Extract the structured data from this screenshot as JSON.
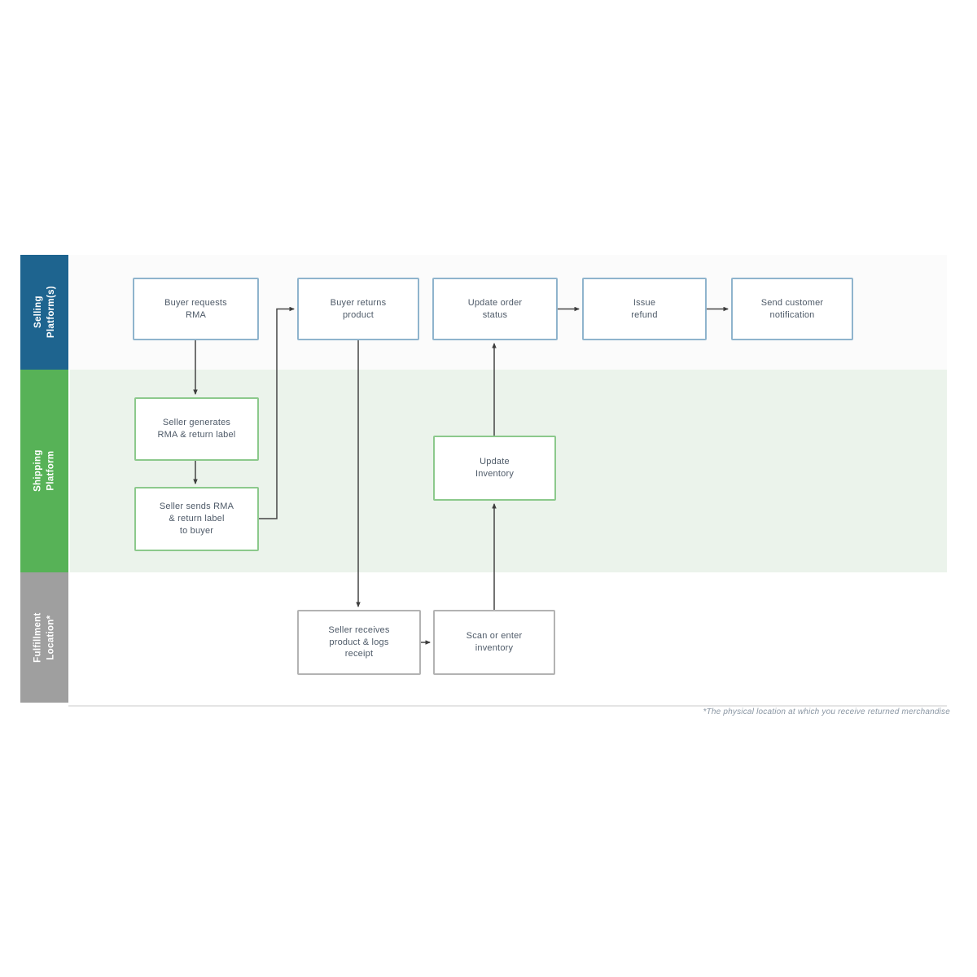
{
  "lanes": {
    "selling": {
      "label_line1": "Selling",
      "label_line2": "Platform(s)"
    },
    "shipping": {
      "label_line1": "Shipping",
      "label_line2": "Platform"
    },
    "fulfillment": {
      "label_line1": "Fulfillment",
      "label_line2": "Location*"
    }
  },
  "nodes": {
    "buyer_requests_rma": {
      "label": "Buyer requests\nRMA"
    },
    "buyer_returns_product": {
      "label": "Buyer returns\nproduct"
    },
    "update_order_status": {
      "label": "Update order\nstatus"
    },
    "issue_refund": {
      "label": "Issue\nrefund"
    },
    "send_customer_notification": {
      "label": "Send customer\nnotification"
    },
    "seller_generates": {
      "label": "Seller generates\nRMA & return label"
    },
    "seller_sends": {
      "label": "Seller sends RMA\n& return label\nto buyer"
    },
    "update_inventory": {
      "label": "Update\nInventory"
    },
    "seller_receives": {
      "label": "Seller receives\nproduct & logs\nreceipt"
    },
    "scan_or_enter": {
      "label": "Scan or enter\ninventory"
    }
  },
  "footnote": "*The physical location at which you receive returned merchandise",
  "colors": {
    "selling_strip": "#1e648f",
    "shipping_strip": "#57b257",
    "fulfillment_strip": "#9f9f9f",
    "shipping_lane_bg": "#ebf3eb",
    "selling_node_border": "#8fb4cd",
    "shipping_node_border": "#8cc98c",
    "fulfillment_node_border": "#b3b3b3",
    "node_text": "#4e5a68",
    "connector": "#454545"
  }
}
